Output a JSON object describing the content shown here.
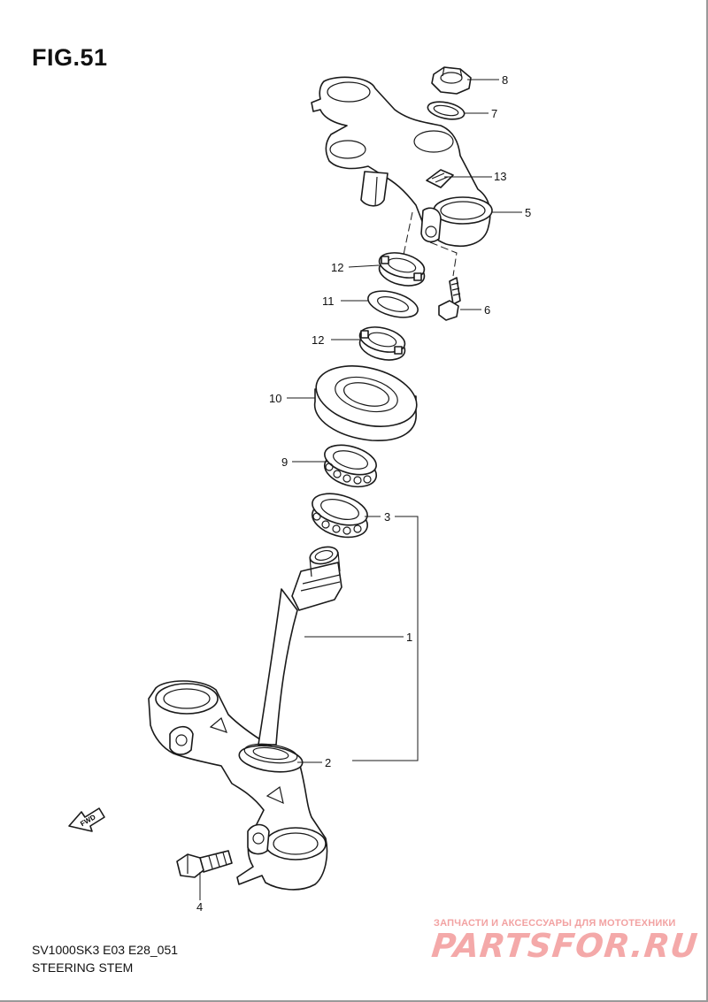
{
  "figure": {
    "title": "FIG.51"
  },
  "footer": {
    "model_code": "SV1000SK3 E03 E28_051",
    "diagram_name": "STEERING STEM"
  },
  "fwd_arrow": {
    "label": "FWD"
  },
  "callouts": [
    "8",
    "7",
    "13",
    "5",
    "12",
    "6",
    "11",
    "12",
    "10",
    "9",
    "3",
    "1",
    "2",
    "4"
  ],
  "watermark": {
    "tagline": "ЗАПЧАСТИ И АКСЕССУАРЫ ДЛЯ МОТОТЕХНИКИ",
    "logo": "PARTSFOR.RU"
  }
}
